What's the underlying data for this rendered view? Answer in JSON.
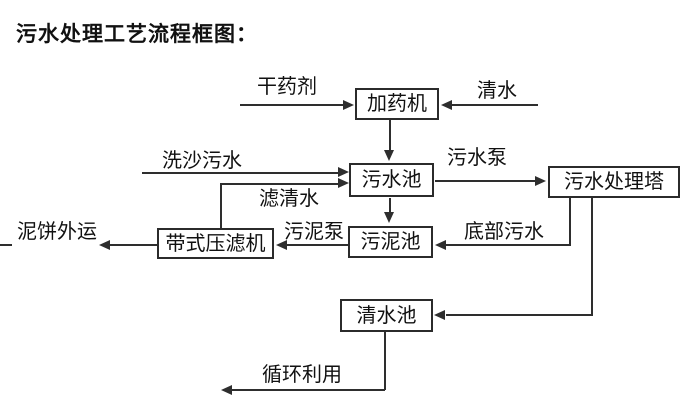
{
  "title": "污水处理工艺流程框图：",
  "nodes": {
    "dosing_machine": {
      "label": "加药机"
    },
    "sewage_pool": {
      "label": "污水池"
    },
    "treatment_tower": {
      "label": "污水处理塔"
    },
    "sludge_pool": {
      "label": "污泥池"
    },
    "belt_filter_press": {
      "label": "带式压滤机"
    },
    "clean_water_pool": {
      "label": "清水池"
    }
  },
  "flow_labels": {
    "dry_chemical": "干药剂",
    "clean_water": "清水",
    "sand_washing_sewage": "洗沙污水",
    "sewage_pump": "污水泵",
    "filtered_water": "滤清水",
    "sludge_pump": "污泥泵",
    "bottom_sewage": "底部污水",
    "mud_cake_outbound": "泥饼外运",
    "recycle_use": "循环利用"
  },
  "colors": {
    "line": "#2e2e2e",
    "box_border": "#2b2b2b",
    "text": "#111111",
    "background": "#ffffff"
  }
}
